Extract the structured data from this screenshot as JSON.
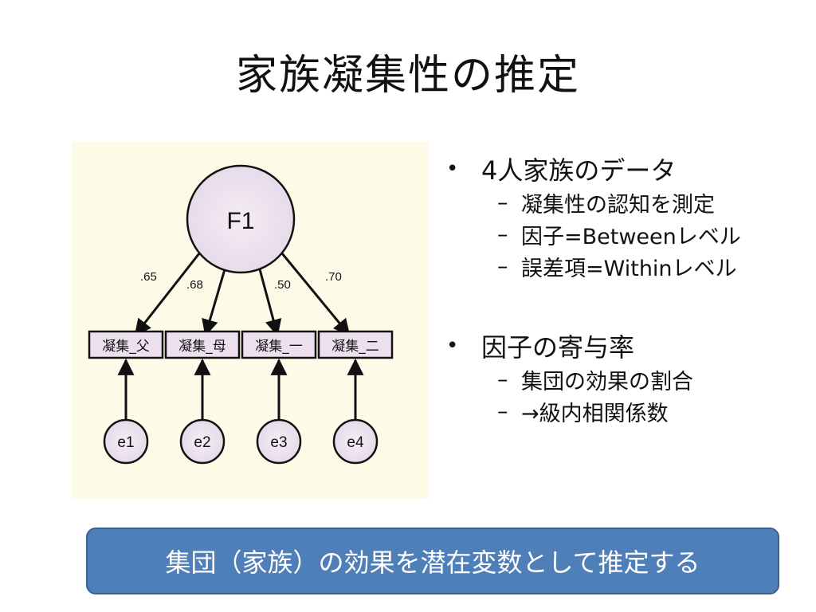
{
  "slide": {
    "title": "家族凝集性の推定",
    "banner": "集団（家族）の効果を潜在変数として推定する"
  },
  "diagram": {
    "latent": {
      "label": "F1"
    },
    "indicators": [
      {
        "label": "凝集_父",
        "loading": ".65",
        "error": "e1"
      },
      {
        "label": "凝集_母",
        "loading": ".68",
        "error": "e2"
      },
      {
        "label": "凝集_一",
        "loading": ".50",
        "error": "e3"
      },
      {
        "label": "凝集_二",
        "loading": ".70",
        "error": "e4"
      }
    ],
    "colors": {
      "panel": "#fdfbe8",
      "node_fill": "#ece0ee",
      "stroke": "#111111"
    }
  },
  "bullets": [
    {
      "text": "4人家族のデータ",
      "sub": [
        "凝集性の認知を測定",
        "因子=Betweenレベル",
        "誤差項=Withinレベル"
      ]
    },
    {
      "text": "因子の寄与率",
      "sub": [
        "集団の効果の割合",
        "→級内相関係数"
      ]
    }
  ],
  "bullet_marks": {
    "main": "•",
    "sub": "–"
  }
}
